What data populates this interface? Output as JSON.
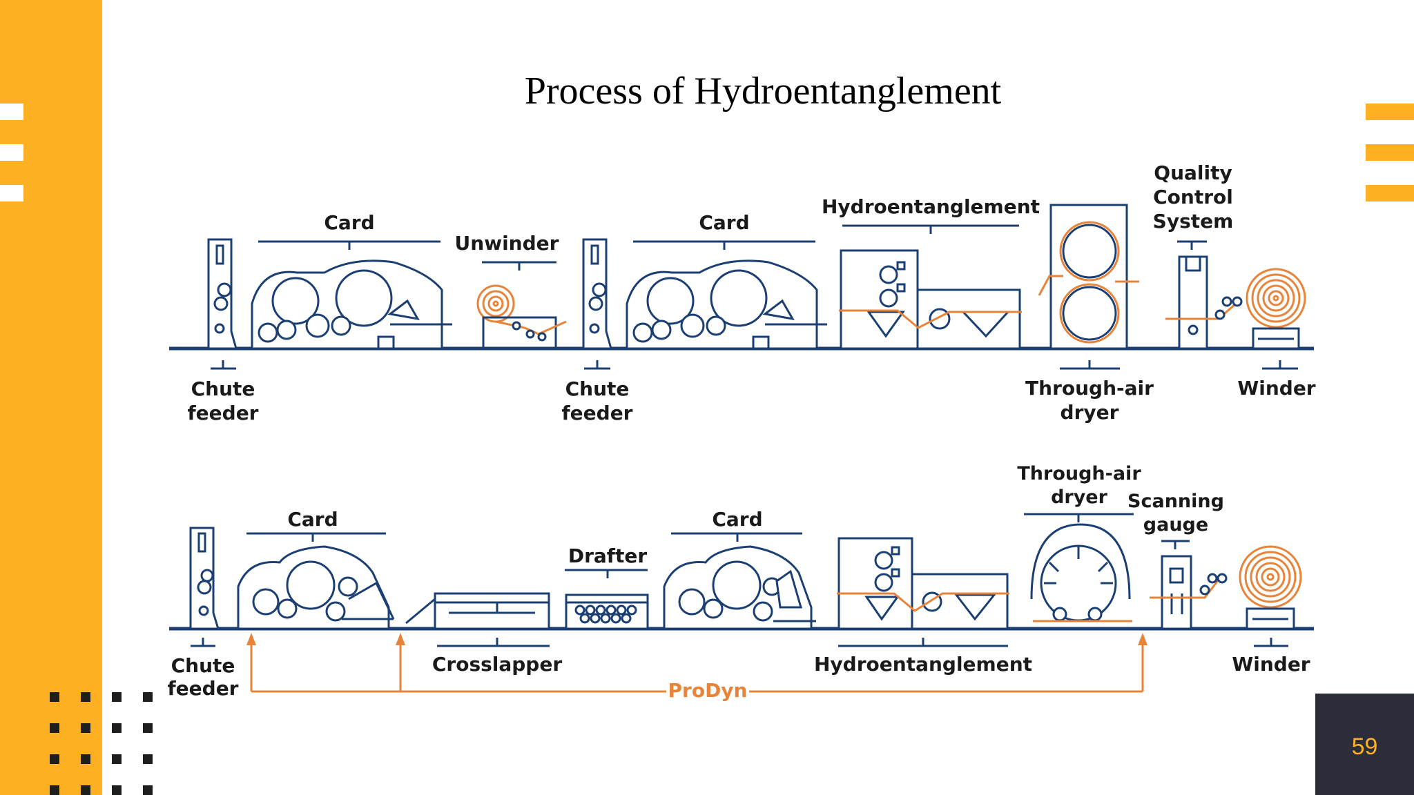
{
  "title": "Process of Hydroentanglement",
  "page_number": "59",
  "colors": {
    "accent": "#FDB022",
    "machine": "#1c3f73",
    "web": "#E8843A",
    "footer": "#2b2d3a"
  },
  "top_line": {
    "chute_feeder_1": [
      "Chute",
      "feeder"
    ],
    "card_1": "Card",
    "unwinder": "Unwinder",
    "chute_feeder_2": [
      "Chute",
      "feeder"
    ],
    "card_2": "Card",
    "hydroentanglement": "Hydroentanglement",
    "through_air_dryer": [
      "Through-air",
      "dryer"
    ],
    "quality_control": [
      "Quality",
      "Control",
      "System"
    ],
    "winder": "Winder"
  },
  "bottom_line": {
    "chute_feeder": [
      "Chute",
      "feeder"
    ],
    "card_1": "Card",
    "crosslapper": "Crosslapper",
    "drafter": "Drafter",
    "card_2": "Card",
    "hydroentanglement": "Hydroentanglement",
    "through_air_dryer": [
      "Through-air",
      "dryer"
    ],
    "scanning_gauge": [
      "Scanning",
      "gauge"
    ],
    "winder": "Winder",
    "prodyn": "ProDyn"
  }
}
